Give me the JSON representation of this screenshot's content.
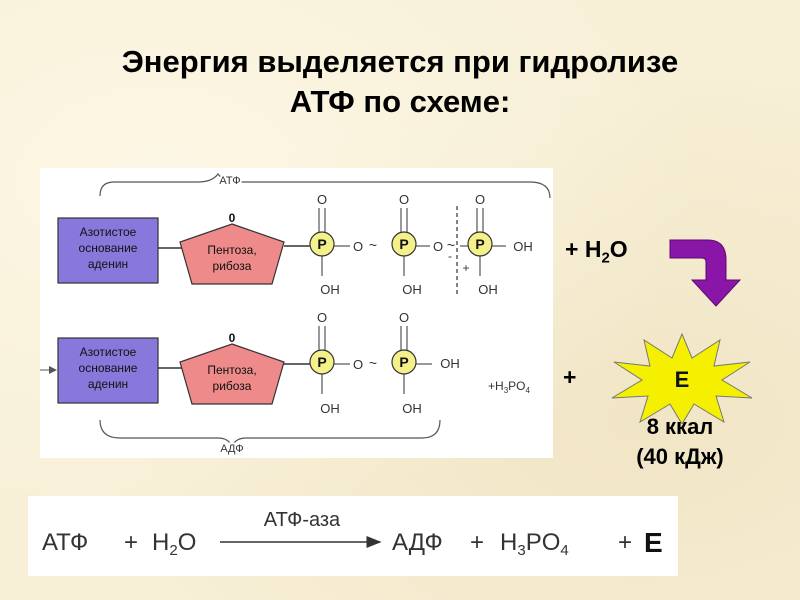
{
  "title": {
    "line1": "Энергия выделяется при гидролизе",
    "line2": "АТФ по схеме:"
  },
  "diagram": {
    "atp_brace_label": "АТФ",
    "adp_brace_label": "АДФ",
    "base_line1": "Азотистое",
    "base_line2": "основание",
    "base_line3": "аденин",
    "sugar_line1": "Пентоза,",
    "sugar_line2": "рибоза",
    "sugar_top_atom": "0",
    "phosphate": "P",
    "oxygen": "O",
    "oh": "OH",
    "bond": "~",
    "bridge_o": "O",
    "minus": "-",
    "plus": "+",
    "phosphoric_acid": "+H",
    "phosphoric_sub3": "3",
    "phosphoric_po": "PO",
    "phosphoric_sub4": "4"
  },
  "side": {
    "water_prefix": "+ H",
    "water_sub": "2",
    "water_suffix": "O",
    "plus": "+",
    "energy_symbol": "E",
    "energy_kcal": "8 ккал",
    "energy_kj": "(40 кДж)"
  },
  "equation": {
    "atp": "АТФ",
    "plus1": "+",
    "h2o_h": "H",
    "h2o_sub": "2",
    "h2o_o": "O",
    "enzyme": "АТФ-аза",
    "adp": "АДФ",
    "plus2": "+",
    "acid_h": "H",
    "acid_sub3": "3",
    "acid_po": "PO",
    "acid_sub4": "4",
    "plus3": "+",
    "energy": "E"
  },
  "colors": {
    "background": "#f7efd6",
    "base_fill": "#8878dc",
    "sugar_fill": "#ee8a8a",
    "phosphate_fill": "#f4f08a",
    "arrow_purple": "#8a16a8",
    "starburst_fill": "#f4f000"
  }
}
